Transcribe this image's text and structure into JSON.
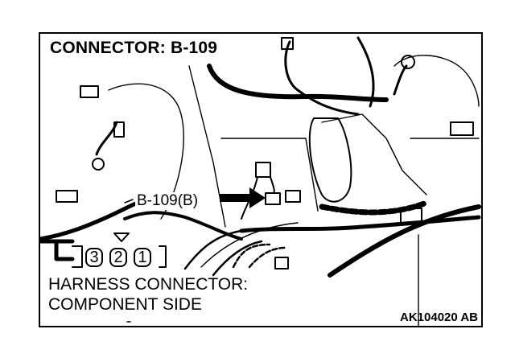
{
  "title": "CONNECTOR: B-109",
  "callout": "B-109(B)",
  "connector_pins": [
    "3",
    "2",
    "1"
  ],
  "view_label": {
    "line1": "HARNESS CONNECTOR:",
    "line2": "COMPONENT SIDE"
  },
  "figure_id": "AK104020 AB"
}
